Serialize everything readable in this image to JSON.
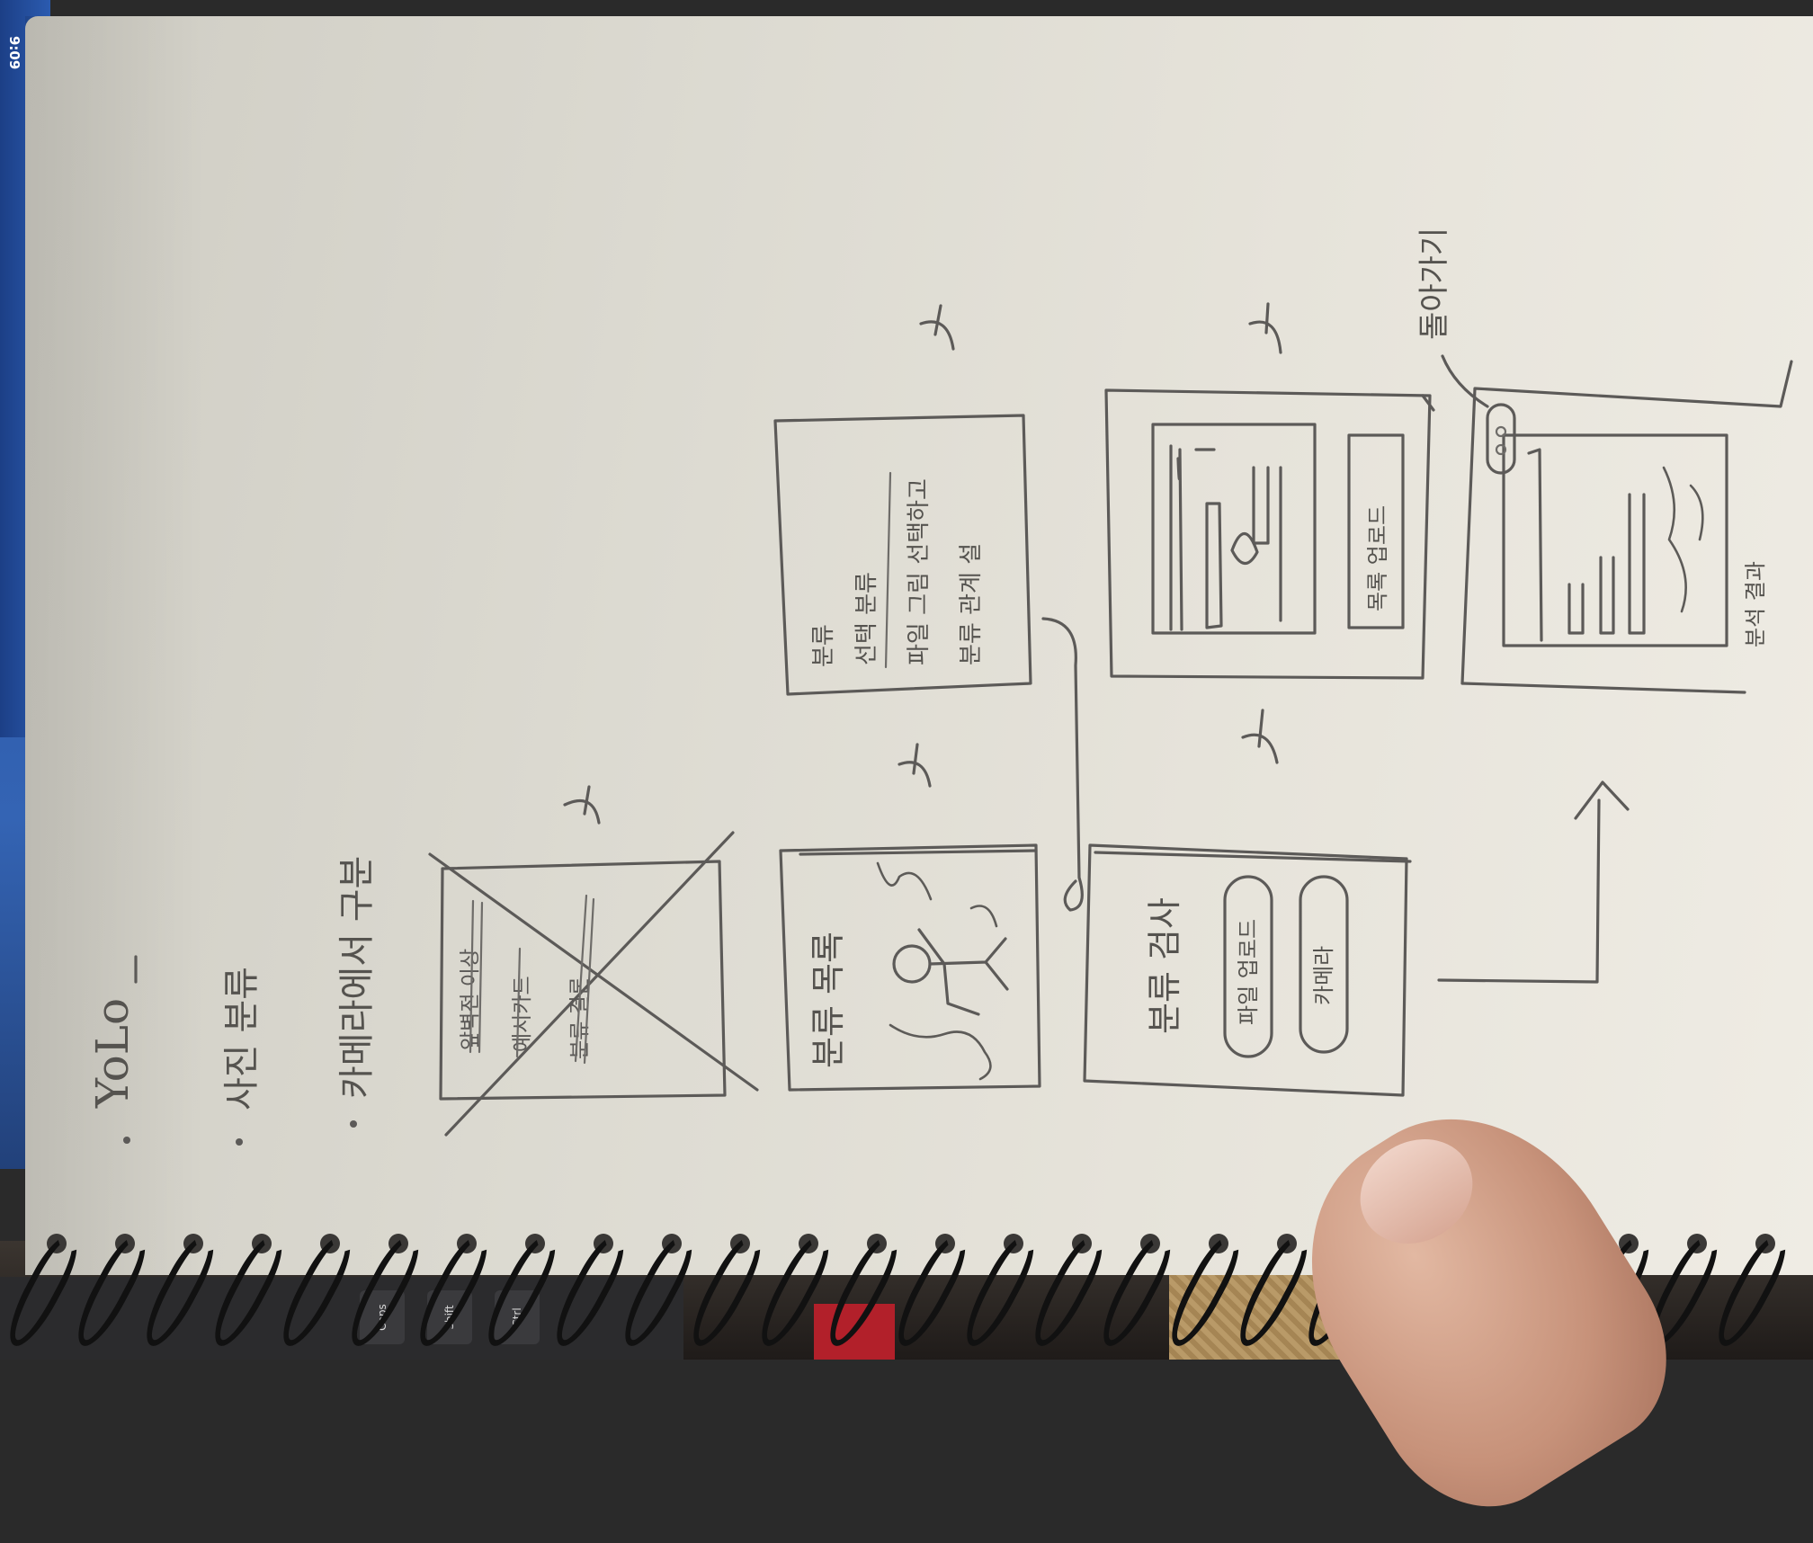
{
  "photo": {
    "subject": "hand-drawn app wireframe sketch on a spiral notebook",
    "palette": {
      "paper": "#e4e1d8",
      "pencil": "#5c5a58",
      "screen_blue": "#2a56a6",
      "desk": "#2a2521",
      "skin": "#c9957d",
      "red_object": "#b2202a"
    }
  },
  "screen": {
    "clock": "오후 9:09",
    "dock_app_colors": [
      "#e44b3c",
      "#3a7be3",
      "#f2b33d",
      "#e65aa1",
      "#58b85f",
      "#e44b3c",
      "#3a7be3"
    ]
  },
  "keyboard": {
    "keys": [
      "Caps",
      "Shift",
      "Ctrl"
    ]
  },
  "notebook": {
    "spiral_rings": 26,
    "notes": {
      "line1": "YoLo",
      "line2": "사진 분류",
      "line3": "카메라에서 구분"
    },
    "screens": [
      {
        "id": "screen-1",
        "state": "crossed-out",
        "lines": [
          "앞벽전 이상",
          "예시카드",
          "분류 결론"
        ]
      },
      {
        "id": "screen-2",
        "label": "분류 목록",
        "content": "stick-figure"
      },
      {
        "id": "screen-3",
        "lines": [
          "분류",
          "선택 분류",
          "파일 그림 선택하고",
          "분류 관계 설"
        ]
      },
      {
        "id": "screen-4",
        "label": "분류 검사",
        "buttons": [
          "파일 업로드",
          "카메라"
        ]
      },
      {
        "id": "screen-5",
        "content": "bar-chart",
        "button": "목록 업로드"
      },
      {
        "id": "screen-6",
        "content": "bar-chart",
        "footer": "분석 결과",
        "callout": "돌아가기"
      }
    ]
  }
}
